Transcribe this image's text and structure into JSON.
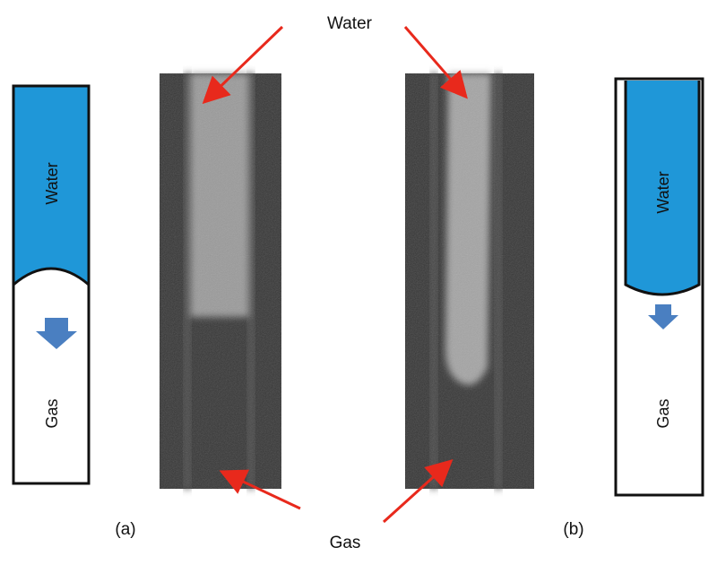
{
  "labels": {
    "water_top": "Water",
    "gas_bottom": "Gas",
    "panel_a": "(a)",
    "panel_b": "(b)"
  },
  "left_tube": {
    "water": "Water",
    "gas": "Gas"
  },
  "right_tube": {
    "water": "Water",
    "gas": "Gas"
  },
  "colors": {
    "water": "#1f97d8",
    "arrow_blue": "#4a7fc1",
    "pointer_red": "#e8291c",
    "image_bg": "#3a3a3a"
  }
}
